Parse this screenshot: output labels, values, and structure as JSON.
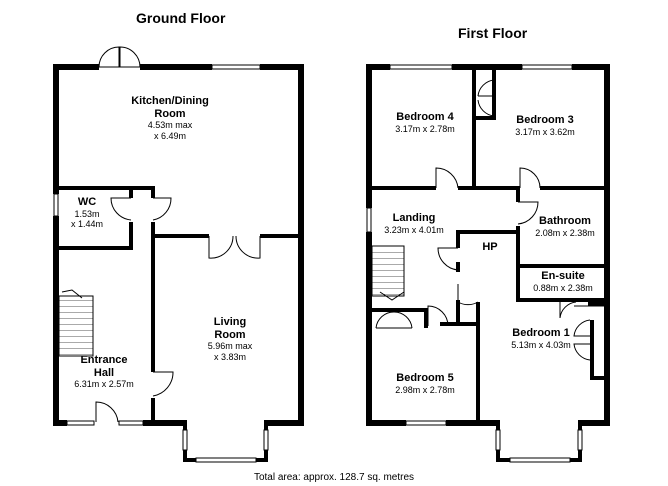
{
  "floors": {
    "ground": {
      "title": "Ground Floor",
      "rooms": {
        "kitchen": {
          "name1": "Kitchen/Dining",
          "name2": "Room",
          "dim1": "4.53m max",
          "dim2": "x 6.49m"
        },
        "wc": {
          "name": "WC",
          "dim1": "1.53m",
          "dim2": "x 1.44m"
        },
        "living": {
          "name1": "Living",
          "name2": "Room",
          "dim1": "5.96m max",
          "dim2": "x 3.83m"
        },
        "hall": {
          "name1": "Entrance",
          "name2": "Hall",
          "dim": "6.31m x 2.57m"
        }
      }
    },
    "first": {
      "title": "First Floor",
      "rooms": {
        "bed4": {
          "name": "Bedroom 4",
          "dim": "3.17m x 2.78m"
        },
        "bed3": {
          "name": "Bedroom 3",
          "dim": "3.17m x 3.62m"
        },
        "landing": {
          "name": "Landing",
          "dim": "3.23m x 4.01m"
        },
        "bathroom": {
          "name": "Bathroom",
          "dim": "2.08m x 2.38m"
        },
        "hp": {
          "name": "HP"
        },
        "ensuite": {
          "name": "En-suite",
          "dim": "0.88m x 2.38m"
        },
        "bed1": {
          "name": "Bedroom 1",
          "dim": "5.13m x 4.03m"
        },
        "bed5": {
          "name": "Bedroom 5",
          "dim": "2.98m x 2.78m"
        }
      }
    }
  },
  "footer": {
    "total_area": "Total area: approx. 128.7 sq. metres"
  }
}
